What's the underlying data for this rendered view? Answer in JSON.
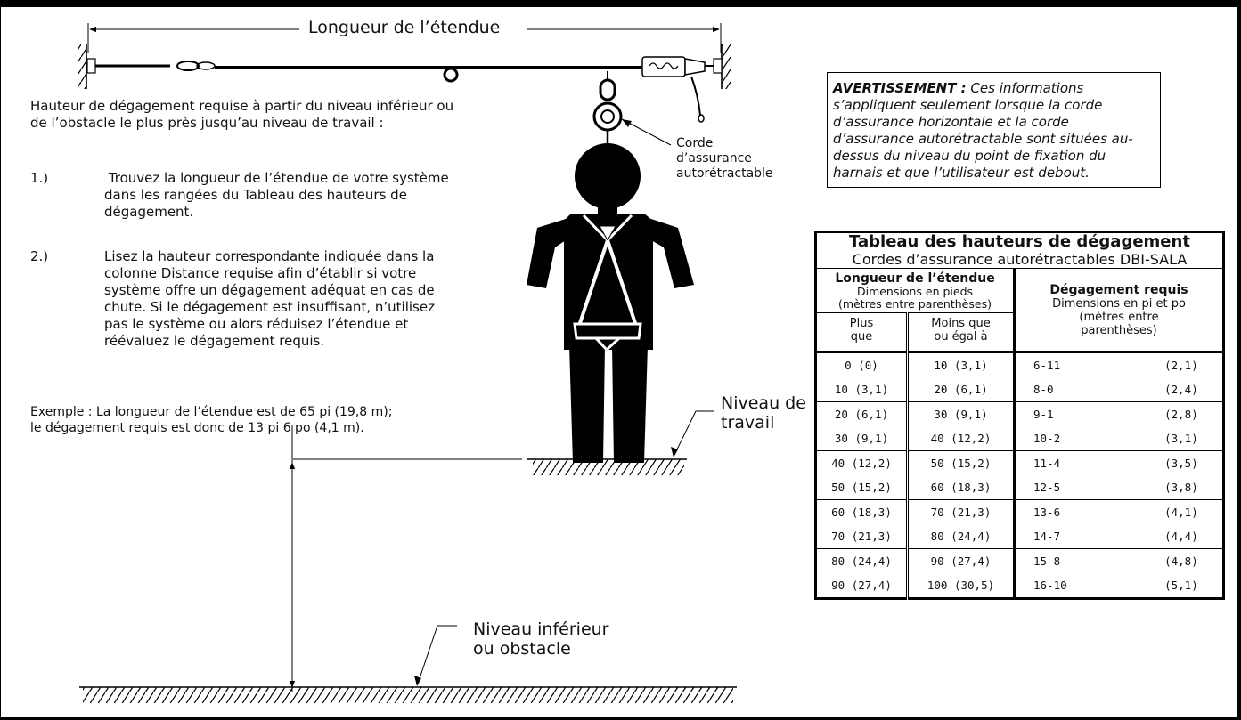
{
  "diagram": {
    "span_label": "Longueur de l’étendue",
    "rope_label": [
      "Corde",
      "d’assurance",
      "autorétractable"
    ],
    "work_level_label": [
      "Niveau de",
      "travail"
    ],
    "lower_level_label": [
      "Niveau inférieur",
      "ou obstacle"
    ]
  },
  "instructions": {
    "intro": "Hauteur de dégagement requise à partir du niveau inférieur ou de l’obstacle le plus près jusqu’au niveau de travail :",
    "steps": [
      {
        "num": "1.)",
        "text": " Trouvez la longueur de l’étendue de votre système dans les rangées du Tableau des hauteurs de dégagement."
      },
      {
        "num": "2.)",
        "text": "Lisez la hauteur correspondante indiquée dans la colonne Distance requise afin d’établir si votre système offre un dégagement adéquat en cas de chute. Si le dégagement est insuffisant, n’utilisez pas le système ou alors réduisez l’étendue et réévaluez le dégagement requis."
      }
    ],
    "example": [
      "Exemple : La longueur de l’étendue est de 65 pi (19,8 m);",
      "le dégagement requis est donc de 13 pi 6 po (4,1 m)."
    ]
  },
  "warning": {
    "label": "AVERTISSEMENT :",
    "text": " Ces informations s’appliquent seulement lorsque la corde d’assurance horizontale et la corde d’assurance autorétractable sont situées au-dessus du niveau du point de fixation du harnais et que l’utilisateur est debout."
  },
  "table": {
    "title": "Tableau des hauteurs de dégagement",
    "subtitle": "Cordes d’assurance autorétractables DBI-SALA",
    "span_header": "Longueur de l’étendue",
    "span_units": [
      "Dimensions en pieds",
      "(mètres entre parenthèses)"
    ],
    "col_more": [
      "Plus",
      "que"
    ],
    "col_less": [
      "Moins que",
      "ou égal à"
    ],
    "req_header": "Dégagement requis",
    "req_units": [
      "Dimensions en pi et po",
      "(mètres entre",
      "parenthèses)"
    ],
    "rows": [
      [
        "0 (0)",
        "10 (3,1)",
        "6-11",
        "(2,1)"
      ],
      [
        "10 (3,1)",
        "20 (6,1)",
        "8-0",
        "(2,4)"
      ],
      [
        "20 (6,1)",
        "30 (9,1)",
        "9-1",
        "(2,8)"
      ],
      [
        "30 (9,1)",
        "40 (12,2)",
        "10-2",
        "(3,1)"
      ],
      [
        "40 (12,2)",
        "50 (15,2)",
        "11-4",
        "(3,5)"
      ],
      [
        "50 (15,2)",
        "60 (18,3)",
        "12-5",
        "(3,8)"
      ],
      [
        "60 (18,3)",
        "70 (21,3)",
        "13-6",
        "(4,1)"
      ],
      [
        "70 (21,3)",
        "80 (24,4)",
        "14-7",
        "(4,4)"
      ],
      [
        "80 (24,4)",
        "90 (27,4)",
        "15-8",
        "(4,8)"
      ],
      [
        "90 (27,4)",
        "100 (30,5)",
        "16-10",
        "(5,1)"
      ]
    ]
  }
}
